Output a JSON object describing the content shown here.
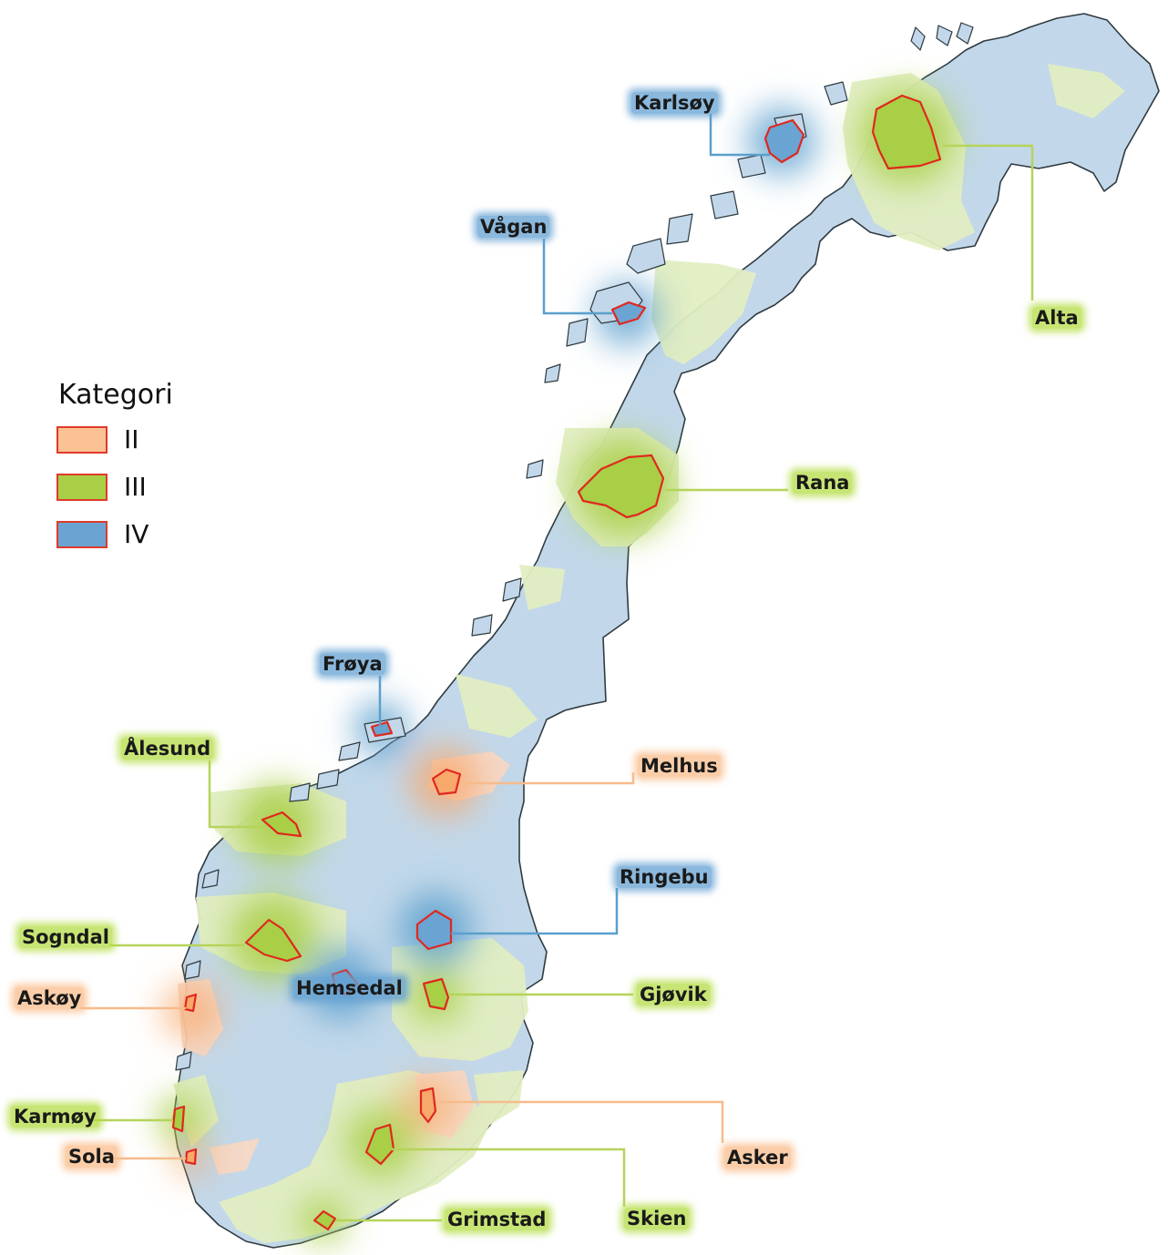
{
  "legend": {
    "title": "Kategori",
    "items": [
      {
        "label": "II",
        "color": "#fbc293"
      },
      {
        "label": "III",
        "color": "#a8cf45"
      },
      {
        "label": "IV",
        "color": "#6aa4d2"
      }
    ]
  },
  "colors": {
    "land_base": "#c2d8ea",
    "land_light_green": "#e2eec2",
    "land_light_orange": "#f9d8c4",
    "coast_line": "#2f3a40",
    "municipality_outline": "#e0281e",
    "cat2_line": "#f7bb8c",
    "cat3_line": "#b5d45a",
    "cat4_line": "#5b9fcd"
  },
  "municipalities": [
    {
      "name": "Karlsøy",
      "category": "IV"
    },
    {
      "name": "Alta",
      "category": "III"
    },
    {
      "name": "Vågan",
      "category": "IV"
    },
    {
      "name": "Rana",
      "category": "III"
    },
    {
      "name": "Frøya",
      "category": "IV"
    },
    {
      "name": "Melhus",
      "category": "II"
    },
    {
      "name": "Ålesund",
      "category": "III"
    },
    {
      "name": "Ringebu",
      "category": "IV"
    },
    {
      "name": "Sogndal",
      "category": "III"
    },
    {
      "name": "Hemsedal",
      "category": "IV"
    },
    {
      "name": "Gjøvik",
      "category": "III"
    },
    {
      "name": "Askøy",
      "category": "II"
    },
    {
      "name": "Karmøy",
      "category": "III"
    },
    {
      "name": "Asker",
      "category": "II"
    },
    {
      "name": "Sola",
      "category": "II"
    },
    {
      "name": "Skien",
      "category": "III"
    },
    {
      "name": "Grimstad",
      "category": "III"
    }
  ]
}
